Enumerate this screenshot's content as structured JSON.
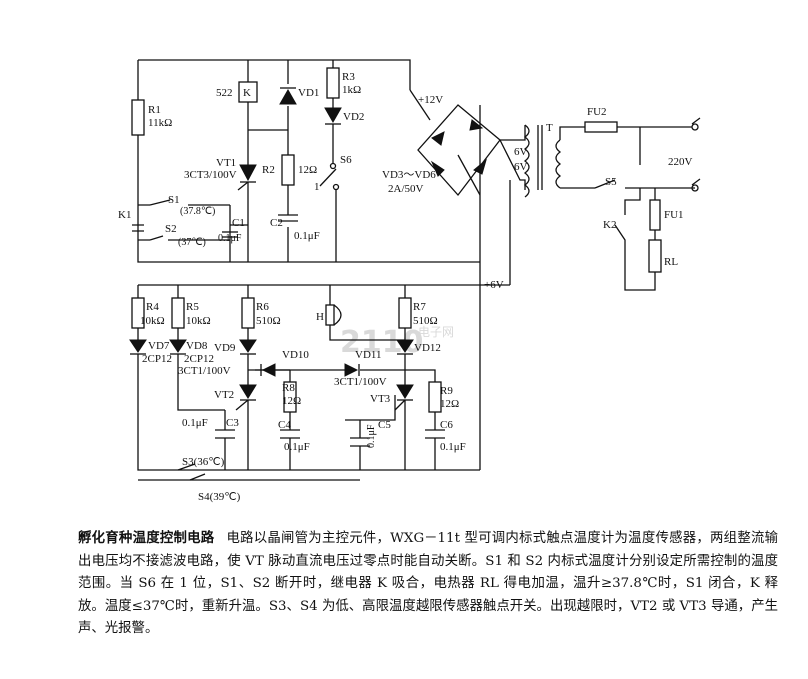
{
  "components": {
    "r1": "R1",
    "r1_val": "11kΩ",
    "k_box": "K",
    "k_code": "522",
    "vd1": "VD1",
    "r3": "R3",
    "r3_val": "1kΩ",
    "vd2": "VD2",
    "plus12v": "+12V",
    "vt1": "VT1",
    "vt1_type": "3CT3/100V",
    "r2": "R2",
    "r2_val": "12Ω",
    "s6": "S6",
    "s6_pos": "1",
    "vd36": "VD3～VD6",
    "vd36_rating": "2A/50V",
    "t": "T",
    "t_v1": "6V",
    "t_v2": "6V",
    "fu2": "FU2",
    "ac": "220V",
    "s5": "S5",
    "k1": "K1",
    "s1": "S1",
    "s1_temp": "(37.8℃)",
    "s2": "S2",
    "s2_temp": "(37℃)",
    "c1": "C1",
    "c1_val": "0.1μF",
    "c2": "C2",
    "c2_val": "0.1μF",
    "k2": "K2",
    "fu1": "FU1",
    "rl": "RL",
    "plus6v": "+6V",
    "r4": "R4",
    "r4_val": "10kΩ",
    "r5": "R5",
    "r5_val": "10kΩ",
    "r6": "R6",
    "r6_val": "510Ω",
    "h": "H",
    "r7": "R7",
    "r7_val": "510Ω",
    "vd7": "VD7",
    "vd7_type": "2CP12",
    "vd8": "VD8",
    "vd8_type": "2CP12",
    "vd9": "VD9",
    "vd10": "VD10",
    "vd11": "VD11",
    "vd12": "VD12",
    "vt_type": "3CT1/100V",
    "vt2": "VT2",
    "vt3": "VT3",
    "r8": "R8",
    "r8_val": "12Ω",
    "r9": "R9",
    "r9_val": "12Ω",
    "c3": "C3",
    "c3_val": "0.1μF",
    "c4": "C4",
    "c4_val": "0.1μF",
    "c5": "C5",
    "c5_val": "0.1μF",
    "c6": "C6",
    "c6_val": "0.1μF",
    "s3": "S3(36℃)",
    "s4": "S4(39℃)"
  },
  "watermark": {
    "main": "2110",
    "sub": "电子网"
  },
  "caption": {
    "title": "孵化育种温度控制电路",
    "body": "电路以晶闸管为主控元件，WXG－11t 型可调内标式触点温度计为温度传感器，两组整流输出电压均不接滤波电路，使 VT 脉动直流电压过零点时能自动关断。S1 和 S2 内标式温度计分别设定所需控制的温度范围。当 S6 在 1 位，S1、S2 断开时，继电器 K 吸合，电热器 RL 得电加温，温升≥37.8℃时，S1 闭合，K 释放。温度≤37℃时，重新升温。S3、S4 为低、高限温度越限传感器触点开关。出现越限时，VT2 或 VT3 导通，产生声、光报警。"
  }
}
